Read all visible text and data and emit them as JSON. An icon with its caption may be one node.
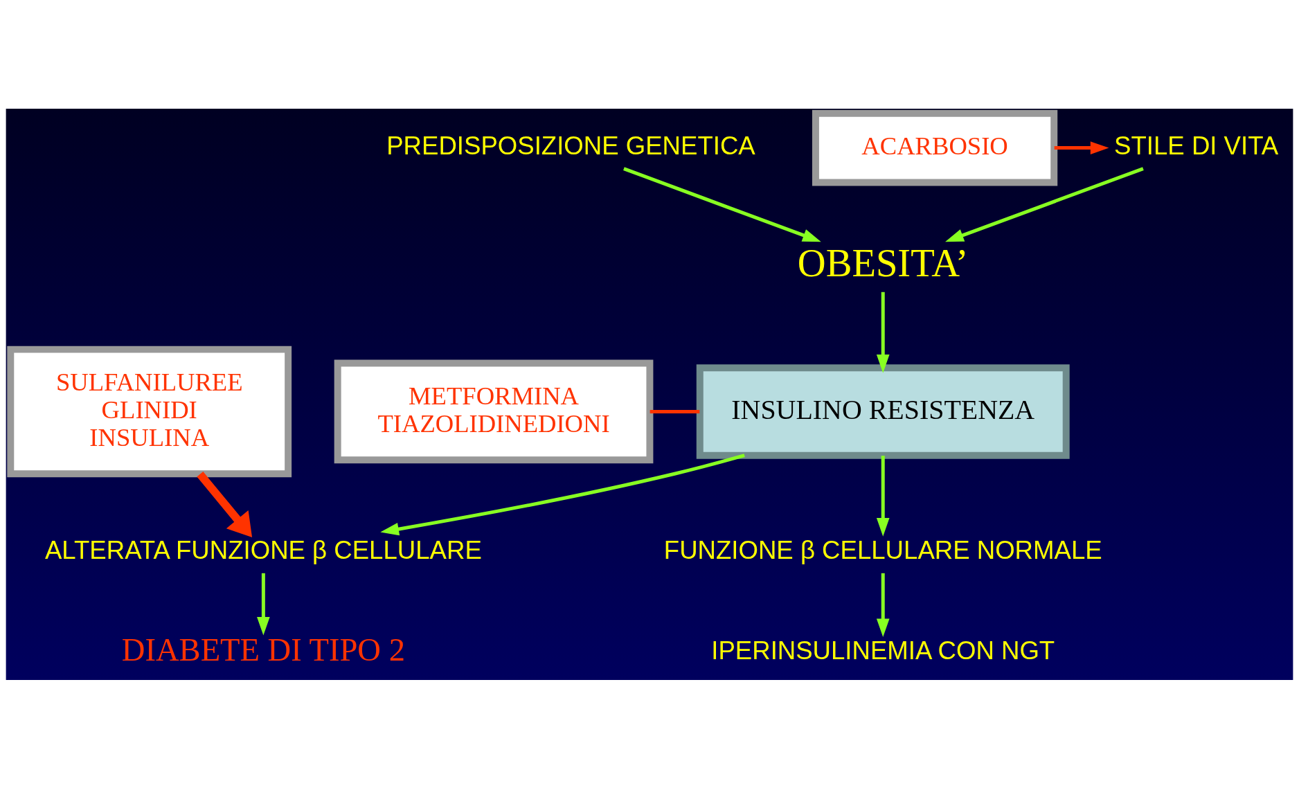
{
  "diagram": {
    "nodes": [
      {
        "text": [
          "PREDISPOSIZIONE GENETICA"
        ]
      },
      {
        "text": [
          "ACARBOSIO"
        ]
      },
      {
        "text": [
          "STILE DI VITA"
        ]
      },
      {
        "text": [
          "OBESITA’"
        ]
      },
      {
        "text": [
          "METFORMINA",
          "TIAZOLIDINEDIONI"
        ]
      },
      {
        "text": [
          "INSULINO RESISTENZA"
        ]
      },
      {
        "text": [
          "SULFANILUREE",
          "GLINIDI",
          "INSULINA"
        ]
      },
      {
        "text": [
          "FUNZIONE β CELLULARE NORMALE"
        ]
      },
      {
        "text": [
          "ALTERATA FUNZIONE β CELLULARE"
        ]
      },
      {
        "text": [
          "IPERINSULINEMIA CON NGT"
        ]
      },
      {
        "text": [
          "DIABETE DI TIPO 2"
        ]
      }
    ],
    "edges": [
      {
        "from": 0,
        "to": 3,
        "arrow": "to"
      },
      {
        "from": 2,
        "to": 3,
        "arrow": "to"
      },
      {
        "from": 1,
        "to": 2,
        "arrow": "to",
        "color": "#ff3300"
      },
      {
        "from": 3,
        "to": 5,
        "arrow": "to"
      },
      {
        "from": 4,
        "to": 5,
        "arrow": "none",
        "color": "#ff3300"
      },
      {
        "from": 5,
        "to": 7,
        "arrow": "to"
      },
      {
        "from": 5,
        "to": 8,
        "arrow": "to"
      },
      {
        "from": 6,
        "to": 8,
        "arrow": "to",
        "style": "thick",
        "color": "#ff3300"
      },
      {
        "from": 7,
        "to": 9,
        "arrow": "to"
      },
      {
        "from": 8,
        "to": 10,
        "arrow": "to"
      }
    ]
  }
}
